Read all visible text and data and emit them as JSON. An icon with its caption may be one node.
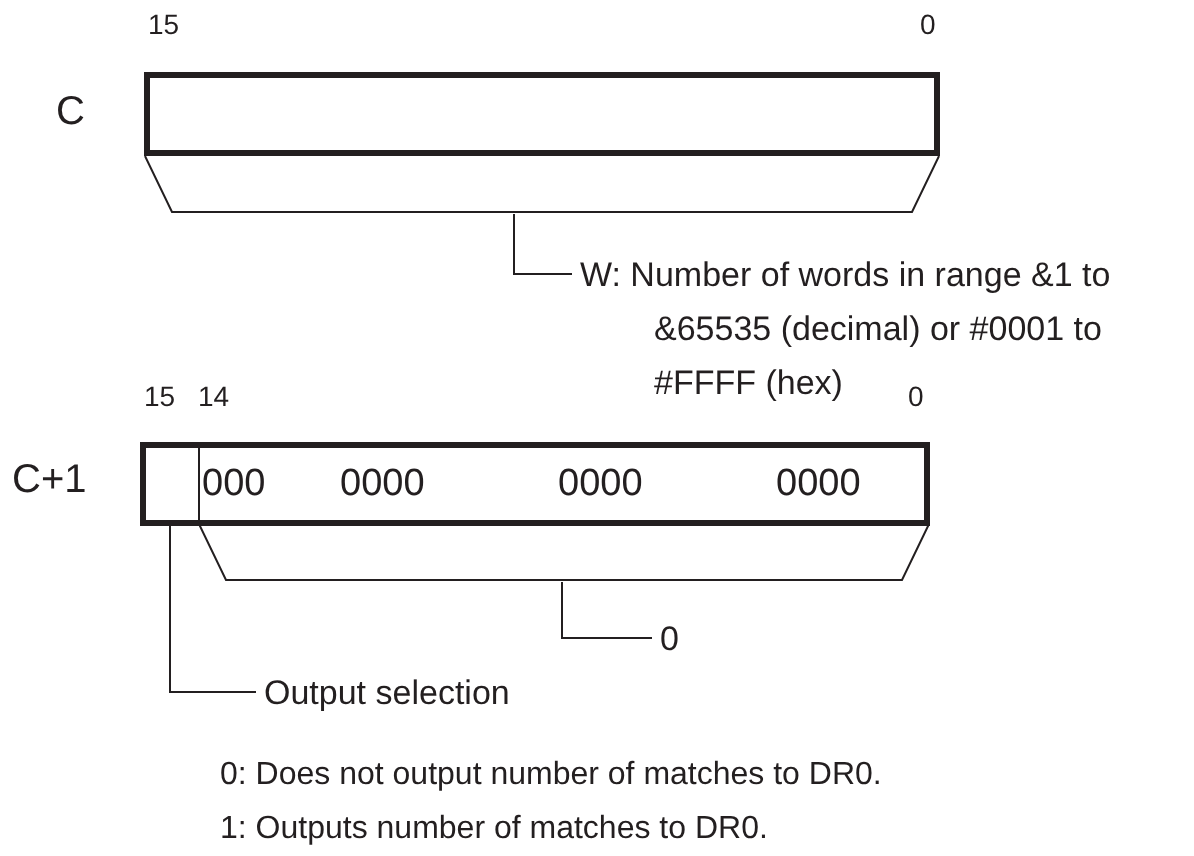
{
  "diagram": {
    "nodes": [
      {
        "text": [],
        "shape": "box",
        "beside": [
          "C"
        ]
      },
      {
        "text": [],
        "shape": "bracket"
      },
      {
        "text": [
          "W: Number of words in range &1 to &65535 (decimal) or #0001 to #FFFF (hex)"
        ]
      },
      {
        "text": [
          "000",
          "0000",
          "0000",
          "0000"
        ],
        "beside": [
          "C+1"
        ]
      },
      {
        "text": [],
        "shape": "box",
        "in": 3
      },
      {
        "text": [],
        "shape": "bracket"
      },
      {
        "text": [
          "0"
        ]
      },
      {
        "text": [
          "Output selection"
        ]
      }
    ],
    "edges": [
      {
        "from": 1,
        "to": 2,
        "arrow": "none"
      },
      {
        "from": 5,
        "to": 6,
        "arrow": "none"
      },
      {
        "from": 4,
        "to": 7,
        "arrow": "none"
      }
    ],
    "labels": [
      "15",
      "0",
      "15",
      "14",
      "0",
      "0: Does not output number of matches to DR0.",
      "1: Outputs number of matches to DR0."
    ]
  }
}
